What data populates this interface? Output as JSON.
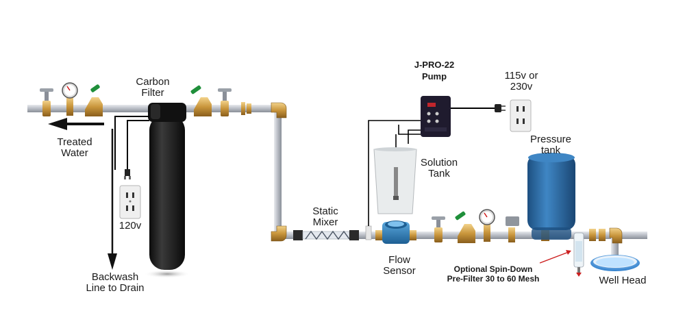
{
  "labels": {
    "carbon_filter": [
      "Carbon",
      "Filter"
    ],
    "treated_water": [
      "Treated",
      "Water"
    ],
    "outlet_120v": "120v",
    "backwash": [
      "Backwash",
      "Line to Drain"
    ],
    "pump": [
      "J-PRO-22",
      "Pump"
    ],
    "power": [
      "115v or",
      "230v"
    ],
    "solution_tank": [
      "Solution",
      "Tank"
    ],
    "pressure_tank": [
      "Pressure",
      "tank"
    ],
    "static_mixer": [
      "Static",
      "Mixer"
    ],
    "flow_sensor": [
      "Flow",
      "Sensor"
    ],
    "prefilter": [
      "Optional Spin-Down",
      "Pre-Filter 30 to 60 Mesh"
    ],
    "well_head": "Well Head"
  },
  "colors": {
    "pipe": "#b8bcc4",
    "brass": "#c9963c",
    "filter_tank": "#1e1e1e",
    "pressure_tank": "#2f6fa8",
    "pump_body": "#1f1b2e",
    "meter": "#2c7fb8",
    "valve_handle_green": "#1f8f3a",
    "annotation_arrow": "#cc1f1f",
    "water": "#3d8fd8"
  },
  "icons": [
    "outlet-icon",
    "pressure-gauge-icon",
    "valve-icon",
    "plug-icon",
    "flow-direction-arrow-icon"
  ]
}
